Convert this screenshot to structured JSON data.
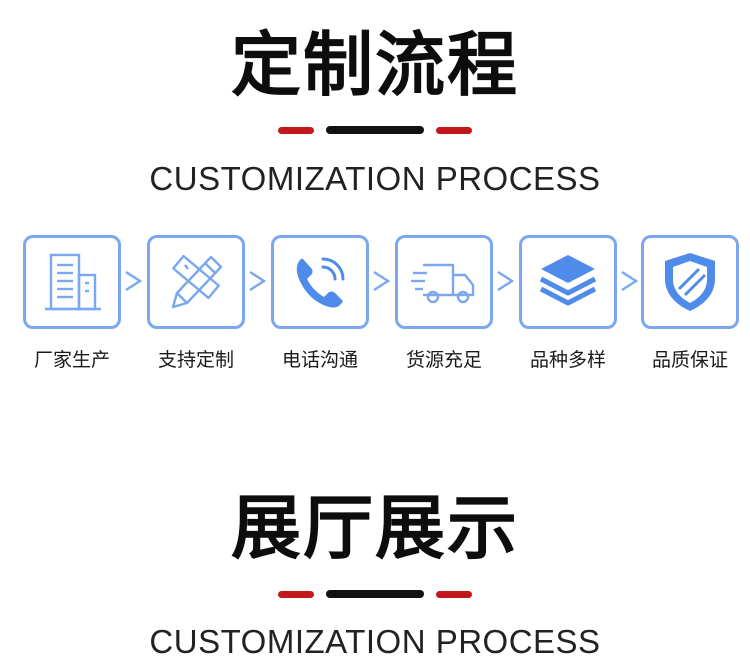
{
  "section1": {
    "title": "定制流程",
    "subtitle": "CUSTOMIZATION PROCESS"
  },
  "steps": [
    {
      "icon": "building-icon",
      "label": "厂家生产"
    },
    {
      "icon": "pencil-ruler-icon",
      "label": "支持定制"
    },
    {
      "icon": "phone-icon",
      "label": "电话沟通"
    },
    {
      "icon": "delivery-truck-icon",
      "label": "货源充足"
    },
    {
      "icon": "layers-icon",
      "label": "品种多样"
    },
    {
      "icon": "shield-icon",
      "label": "品质保证"
    }
  ],
  "section2": {
    "title": "展厅展示",
    "subtitle": "CUSTOMIZATION PROCESS"
  },
  "colors": {
    "accent_red": "#c4171b",
    "bar_black": "#111111",
    "icon_blue": "#7aa7ef",
    "icon_fill": "#4f8bea"
  }
}
